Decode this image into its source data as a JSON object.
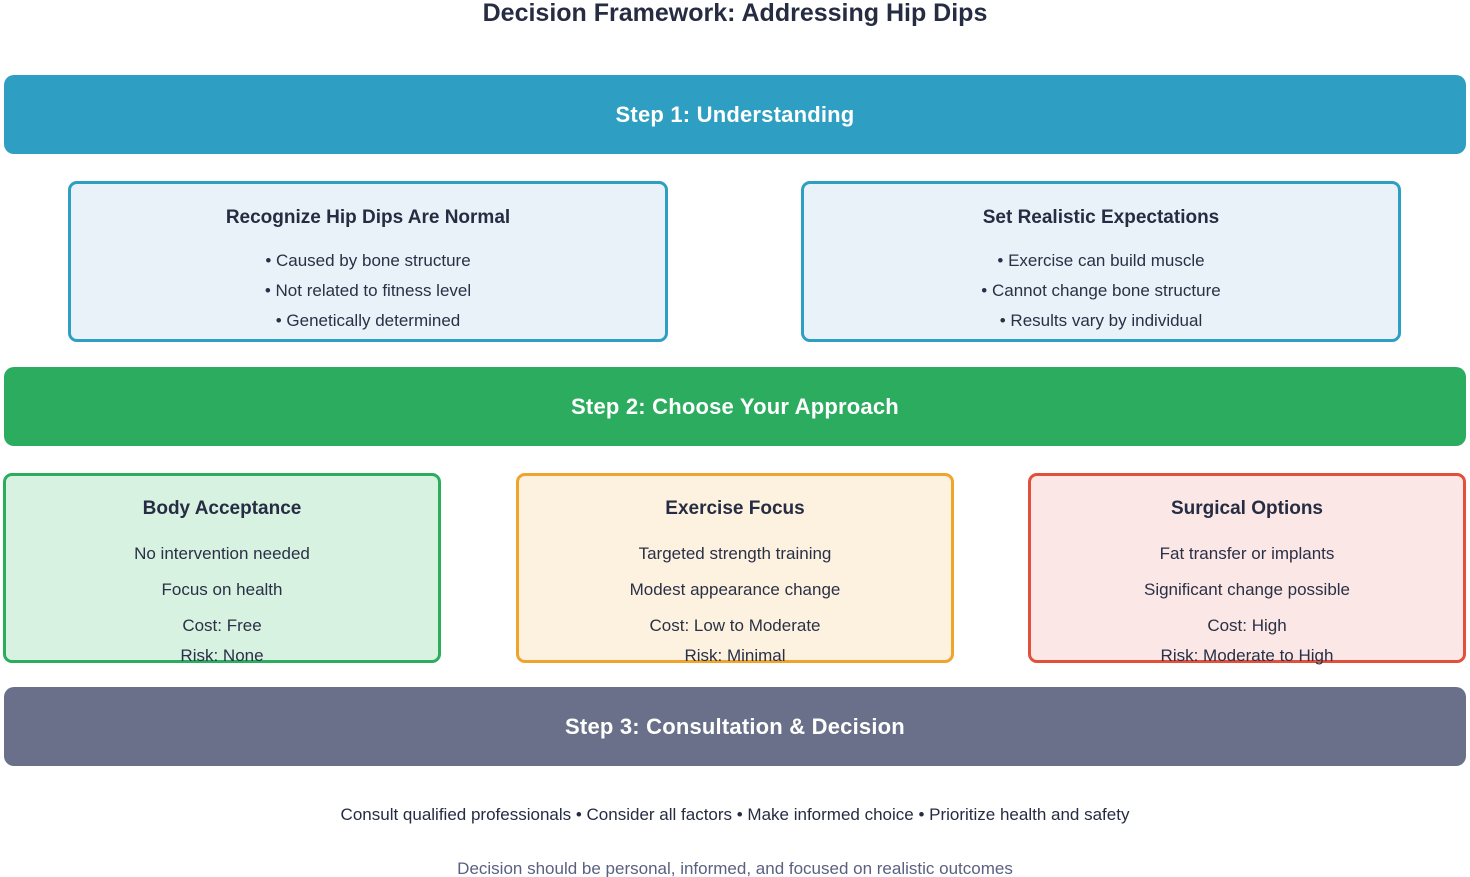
{
  "title": "Decision Framework: Addressing Hip Dips",
  "colors": {
    "step1_banner": "#2e9fc2",
    "step2_banner": "#2bac5e",
    "step3_banner": "#6a7089",
    "understand_card_bg": "#e9f2f9",
    "understand_card_border": "#2e9fc2",
    "acceptance_card_bg": "#d8f2e2",
    "acceptance_card_border": "#2bac5e",
    "exercise_card_bg": "#fdf2e0",
    "exercise_card_border": "#f0a42c",
    "surgical_card_bg": "#fbe7e6",
    "surgical_card_border": "#e2503c",
    "dark_text": "#262c42",
    "muted_text": "#5a6080"
  },
  "steps": [
    {
      "label": "Step 1: Understanding",
      "cards": [
        {
          "title": "Recognize Hip Dips Are Normal",
          "lines": [
            "• Caused by bone structure",
            "• Not related to fitness level",
            "• Genetically determined"
          ]
        },
        {
          "title": "Set Realistic Expectations",
          "lines": [
            "• Exercise can build muscle",
            "• Cannot change bone structure",
            "• Results vary by individual"
          ]
        }
      ]
    },
    {
      "label": "Step 2: Choose Your Approach",
      "cards": [
        {
          "title": "Body Acceptance",
          "lines": [
            "No intervention needed",
            "Focus on health",
            "Cost: Free",
            "Risk: None"
          ]
        },
        {
          "title": "Exercise Focus",
          "lines": [
            "Targeted strength training",
            "Modest appearance change",
            "Cost: Low to Moderate",
            "Risk: Minimal"
          ]
        },
        {
          "title": "Surgical Options",
          "lines": [
            "Fat transfer or implants",
            "Significant change possible",
            "Cost: High",
            "Risk: Moderate to High"
          ]
        }
      ]
    },
    {
      "label": "Step 3: Consultation & Decision",
      "cards": []
    }
  ],
  "footer": {
    "line1": "Consult qualified professionals • Consider all factors • Make informed choice • Prioritize health and safety",
    "line2": "Decision should be personal, informed, and focused on realistic outcomes"
  }
}
